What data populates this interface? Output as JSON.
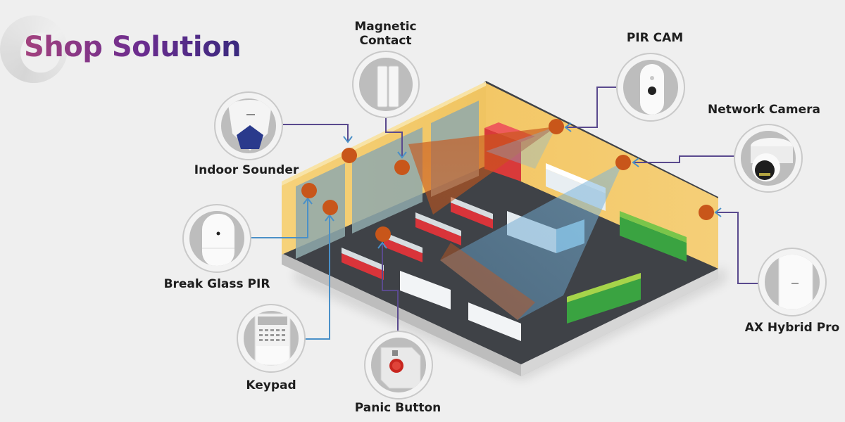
{
  "title": "Shop Solution",
  "colors": {
    "title_start": "#a3427e",
    "title_end": "#3a2a7e",
    "connector_blue": "#4a90c8",
    "connector_purple": "#5a4a8e",
    "sensor_dot": "#c8561a",
    "wall": "#f2c766",
    "floor": "#3f4247"
  },
  "devices": [
    {
      "name": "Magnetic Contact",
      "line1": "Magnetic",
      "line2": "Contact",
      "icon": "magnetic-contact-icon"
    },
    {
      "name": "PIR CAM",
      "icon": "pir-camera-icon"
    },
    {
      "name": "Network Camera",
      "icon": "dome-camera-icon"
    },
    {
      "name": "AX Hybrid Pro",
      "icon": "control-panel-icon"
    },
    {
      "name": "Indoor Sounder",
      "icon": "sounder-icon"
    },
    {
      "name": "Break Glass PIR",
      "icon": "pir-detector-icon"
    },
    {
      "name": "Keypad",
      "icon": "keypad-icon"
    },
    {
      "name": "Panic Button",
      "icon": "panic-button-icon"
    }
  ]
}
